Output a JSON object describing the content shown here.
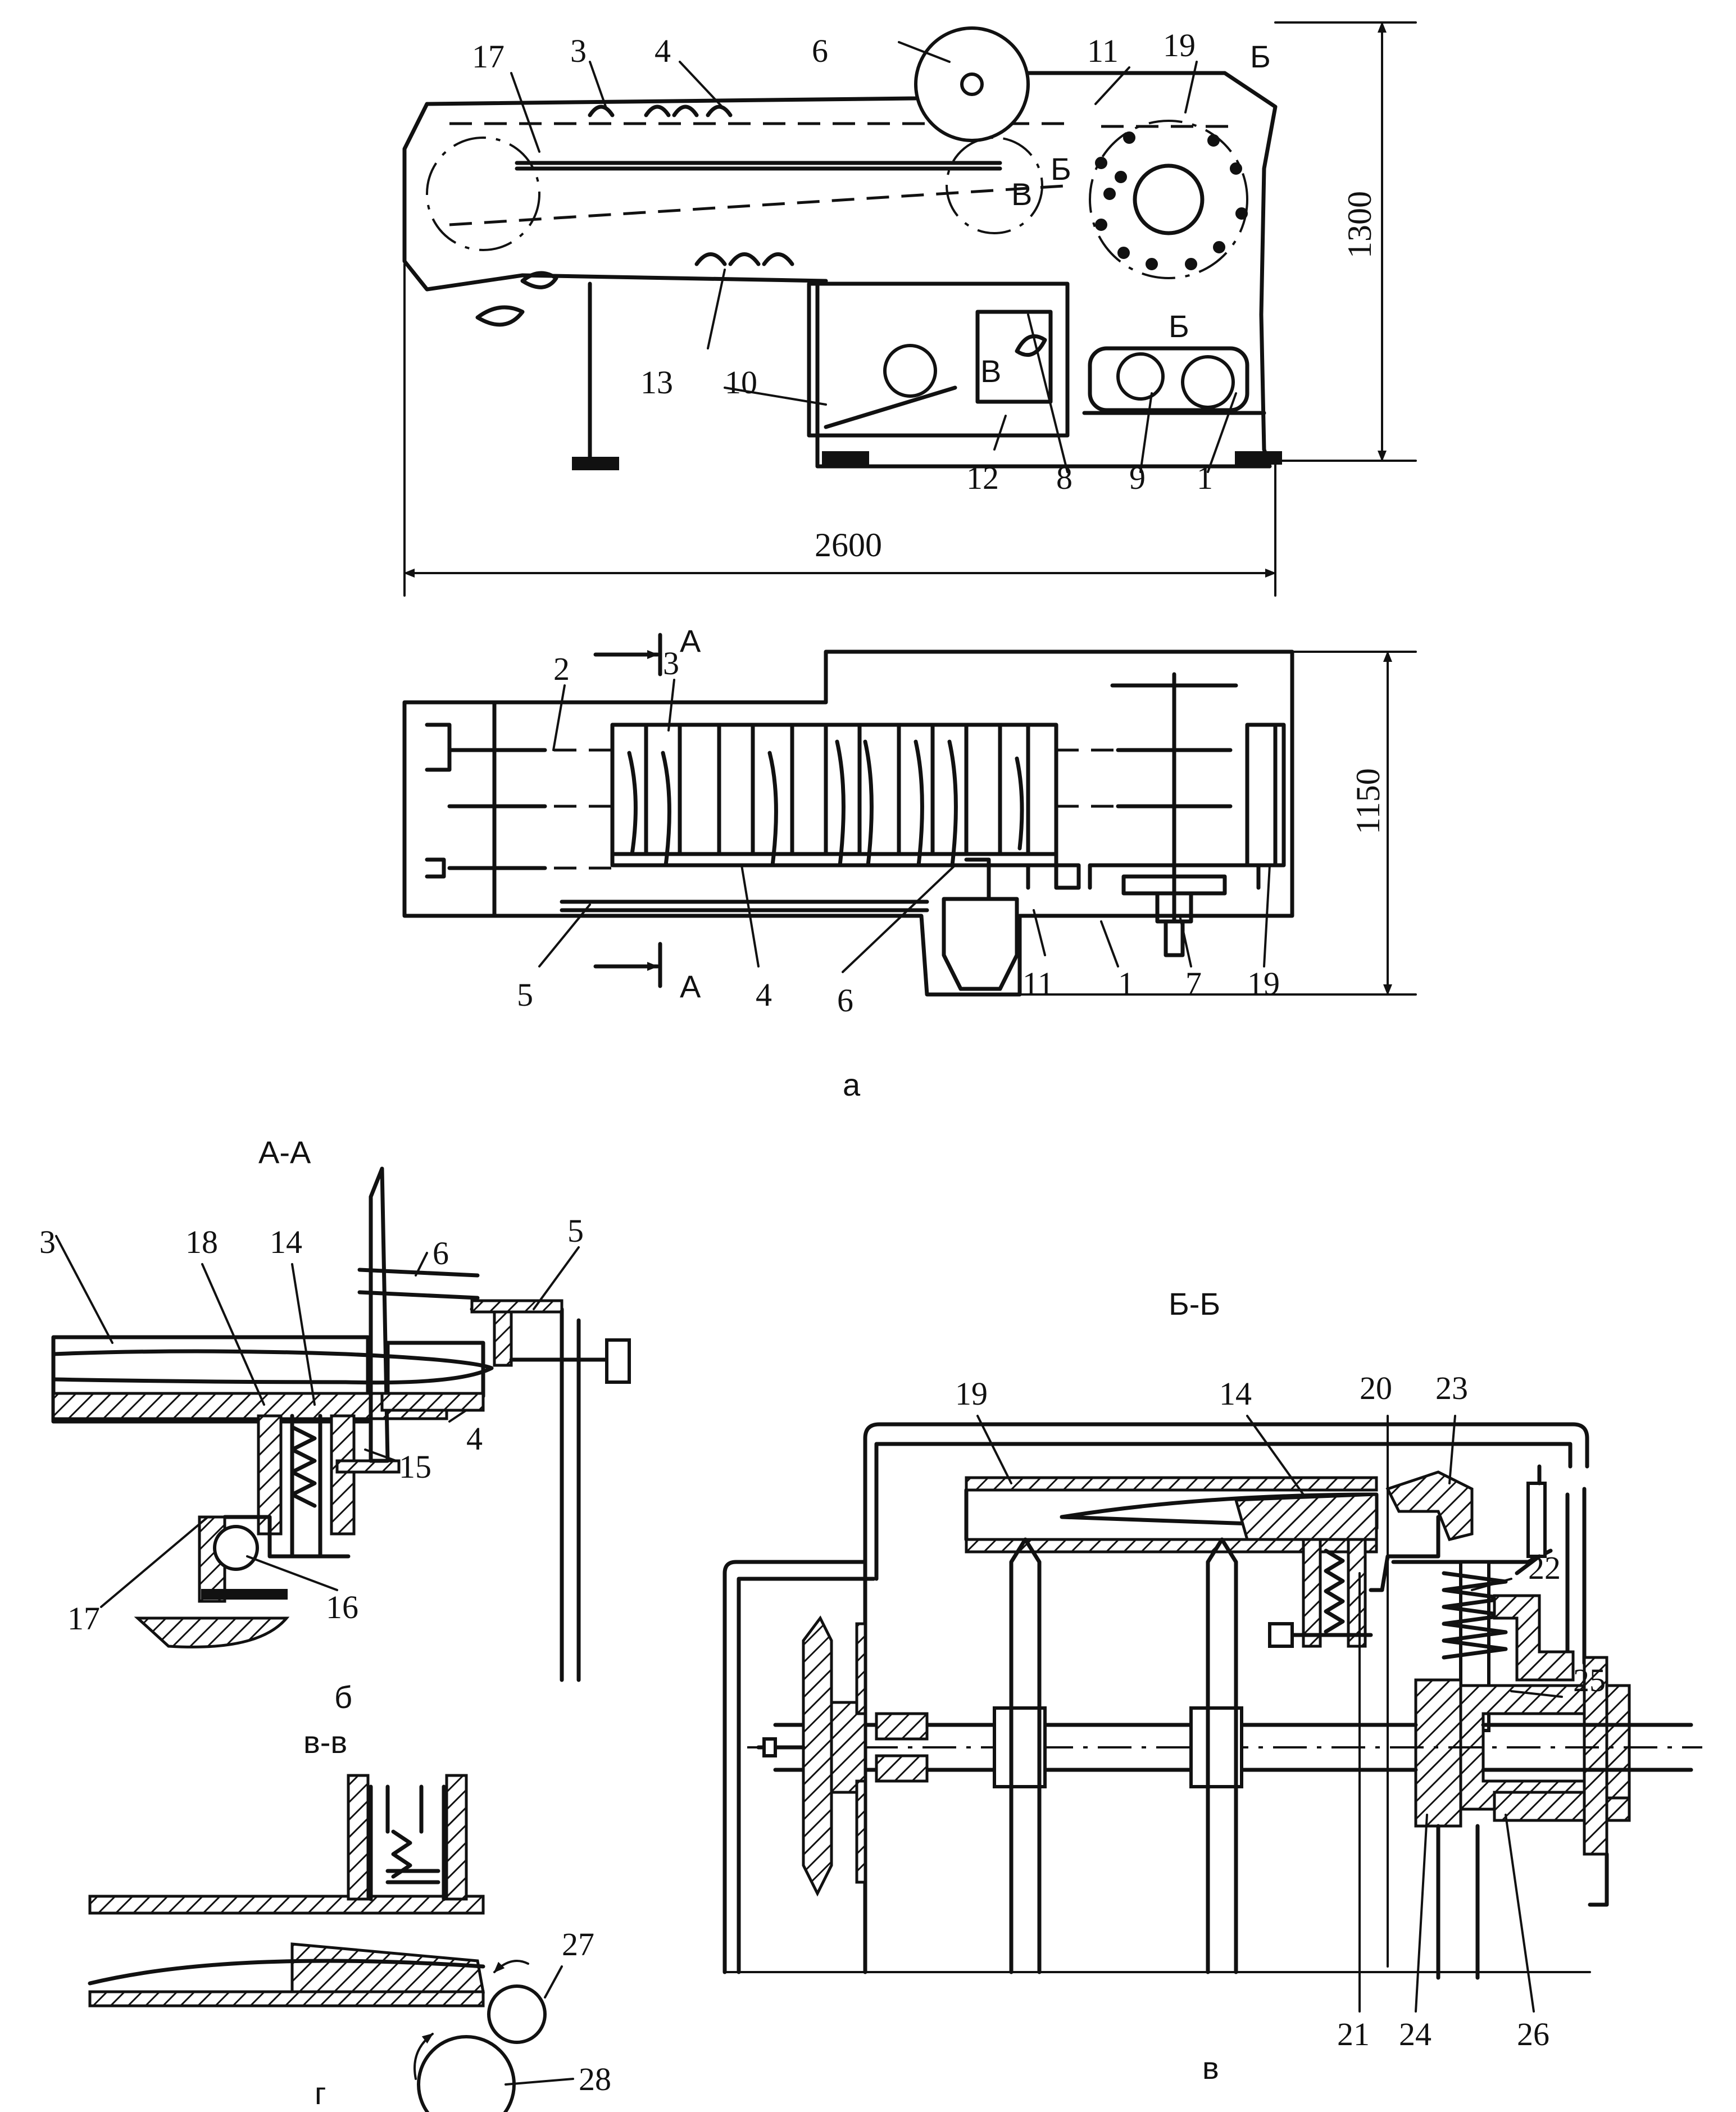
{
  "views": {
    "a": {
      "caption": "а",
      "side_labels": [
        "17",
        "3",
        "4",
        "6",
        "11",
        "19",
        "13",
        "10",
        "12",
        "8",
        "9",
        "1"
      ],
      "side_marks": [
        "Б",
        "В",
        "Б",
        "В",
        "Б"
      ],
      "top_labels": [
        "2",
        "3",
        "5",
        "4",
        "6",
        "11",
        "1",
        "7",
        "19"
      ],
      "section_marks": [
        "А",
        "А"
      ],
      "dim_width": "2600",
      "dim_height_side": "1300",
      "dim_height_top": "1150"
    },
    "b": {
      "caption": "б",
      "title": "А-А",
      "labels": [
        "3",
        "18",
        "14",
        "6",
        "5",
        "15",
        "4",
        "17",
        "16"
      ]
    },
    "v": {
      "caption": "в",
      "title": "Б-Б",
      "labels": [
        "19",
        "14",
        "20",
        "23",
        "22",
        "25",
        "21",
        "24",
        "26"
      ]
    },
    "g": {
      "caption": "г",
      "title": "в-в",
      "labels": [
        "27",
        "28"
      ]
    }
  }
}
